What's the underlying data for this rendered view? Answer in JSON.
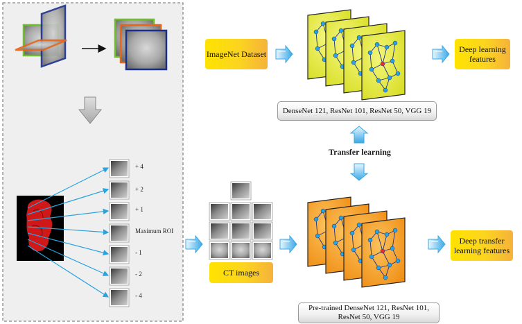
{
  "colors": {
    "accent_blue": "#29a3e0",
    "panel_yellow": "#e4ea3c",
    "panel_orange": "#f39a1e",
    "tumor_red": "#d01818",
    "highlight_node": "#e23030"
  },
  "icons": [
    "three-planes-icon",
    "stacked-slices-icon",
    "tumor-volume-icon",
    "cnn-panel-icon",
    "double-arrow-icon",
    "down-arrow-icon"
  ],
  "left_panel": {
    "slice_labels": [
      "+ 4",
      "+ 2",
      "+ 1",
      "Maximum ROI",
      "- 1",
      "- 2",
      "- 4"
    ]
  },
  "top_pipeline": {
    "input_label": "ImageNet Dataset",
    "output_label": "Deep learning features",
    "models_label": "DenseNet 121, ResNet 101, ResNet 50, VGG 19"
  },
  "transfer_label": "Transfer learning",
  "bottom_pipeline": {
    "input_label": "CT images",
    "output_label": "Deep transfer learning features",
    "models_label": "Pre-trained DenseNet 121, ResNet 101, ResNet 50, VGG 19"
  }
}
